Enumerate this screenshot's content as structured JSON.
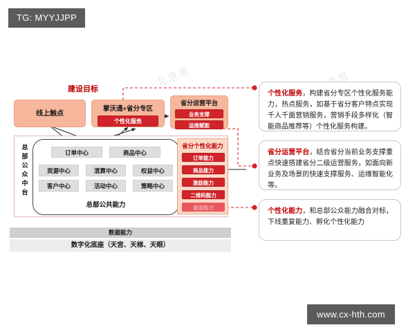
{
  "overlay": {
    "tg_tag": "TG: MYYJJPP",
    "site_tag": "www.cx-hth.com",
    "watermark": "北京思"
  },
  "diagram": {
    "goal_label": "建设目标",
    "top_boxes": {
      "online_touchpoint": "线上触点",
      "province_zone": "掌沃通+省分专区",
      "province_zone_sub": "个性化服务",
      "ops_platform": "省分运营平台",
      "ops_sub_1": "业务支撑",
      "ops_sub_2": "运维赋能"
    },
    "hq_middle": {
      "side_label": "总部公众中台",
      "top_cells": [
        "订单中心",
        "商品中心"
      ],
      "grid_cells": [
        "资源中心",
        "清算中心",
        "权益中心",
        "客户中心",
        "活动中心",
        "策略中心"
      ],
      "caption": "总部公共能力"
    },
    "province_panel": {
      "title": "省分个性化能力",
      "items": [
        "订单能力",
        "商品能力",
        "激励能力",
        "二维码能力",
        "渠道能力"
      ]
    },
    "bands": {
      "data_capability": "数据能力",
      "digital_base": "数字化底座（天宫、天梯、天眼）"
    }
  },
  "annotations": [
    {
      "title": "个性化服务",
      "body": "，构建省分专区个性化服务能力，热点服务，如基于省分客户特点实现千人千面营销服务，营销手段多样化（智能商品推荐等）个性化服务构建。"
    },
    {
      "title": "省分运营平台",
      "body": "，结合省分当前业务支撑重点快速搭建省分二级运营服务，如面向新业务及场景的快速支撑服务、运维智能化等。"
    },
    {
      "title": "个性化能力",
      "body": "，和总部公众能力融合对标，下线重复能力、孵化个性化能力"
    }
  ],
  "colors": {
    "brand_red": "#c00000",
    "cell_red": "#d1242a",
    "peach": "#f6b79c",
    "panel_peach": "#fbd9c9",
    "gray_cell": "#dedede",
    "badge_gray": "#5b5b5b"
  }
}
